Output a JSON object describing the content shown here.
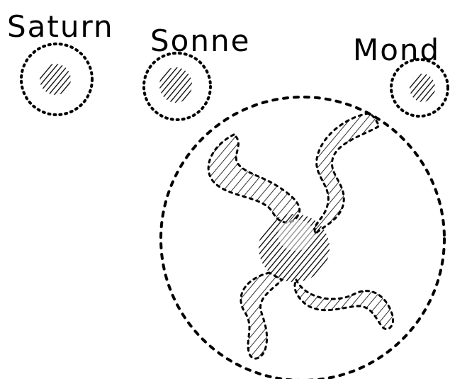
{
  "labels": {
    "saturn": "Saturn",
    "sonne": "Sonne",
    "mond": "Mond"
  },
  "colors": {
    "ink": "#000000",
    "background": "#ffffff"
  }
}
